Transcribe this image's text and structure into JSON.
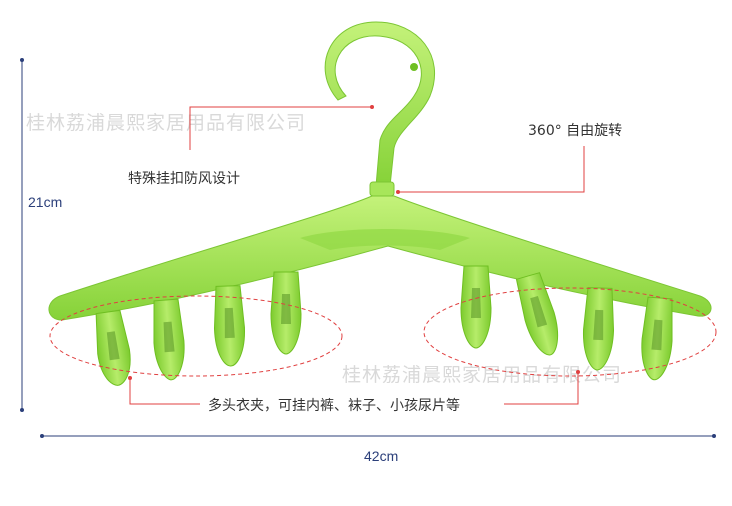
{
  "watermark": {
    "top": "桂林荔浦晨熙家居用品有限公司",
    "bottom": "桂林荔浦晨熙家居用品有限公司"
  },
  "annotations": {
    "windproof": "特殊挂扣防风设计",
    "rotation": "360° 自由旋转",
    "clips": "多头衣夹，可挂内裤、袜子、小孩尿片等"
  },
  "dimensions": {
    "height": "21cm",
    "width": "42cm"
  },
  "colors": {
    "hanger_green": "#9be04a",
    "hanger_dark": "#6fbf22",
    "dimension_line": "#2b3f7a",
    "callout_line": "#e04040"
  }
}
